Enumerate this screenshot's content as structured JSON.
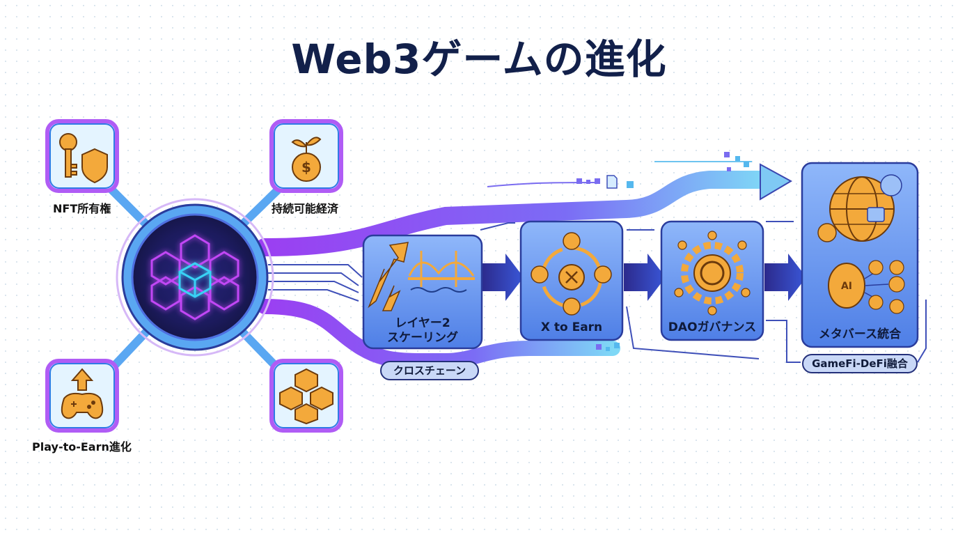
{
  "title": "Web3ゲームの進化",
  "hub": {
    "top_left_label": "NFT所有権",
    "top_right_label": "持続可能経済",
    "bottom_left_label": "Play-to-Earn進化"
  },
  "stages": [
    {
      "label_line1": "レイヤー2",
      "label_line2": "スケーリング"
    },
    {
      "label_line1": "X to Earn"
    },
    {
      "label_line1": "DAOガバナンス"
    },
    {
      "label_line1": "メタバース統合"
    }
  ],
  "pills": {
    "cross_chain": "クロスチェーン",
    "gamefi_defi": "GameFi-DeFi融合"
  },
  "colors": {
    "title": "#12204a",
    "accent_purple": "#8b3cf0",
    "accent_blue": "#2f80ed",
    "gold": "#f3a93b",
    "panel_blue": "#5b8ff0"
  }
}
